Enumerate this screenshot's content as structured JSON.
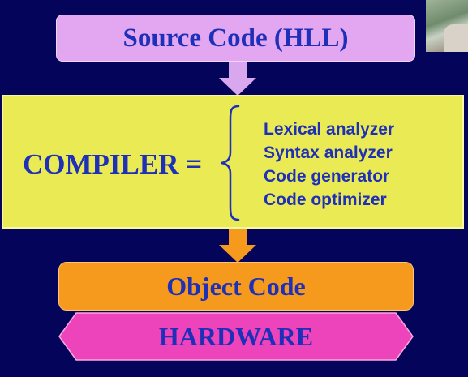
{
  "source": {
    "label": "Source Code (HLL)"
  },
  "compiler": {
    "label": "COMPILER =",
    "stages": [
      "Lexical analyzer",
      "Syntax analyzer",
      "Code generator",
      "Code optimizer"
    ]
  },
  "object": {
    "label": "Object Code"
  },
  "hardware": {
    "label": "HARDWARE"
  },
  "colors": {
    "background": "#04045a",
    "source_box": "#e3a6f0",
    "compiler_box": "#eaea55",
    "object_box": "#f59a1d",
    "hardware_box": "#ee44bb",
    "text": "#1e2fb8"
  }
}
